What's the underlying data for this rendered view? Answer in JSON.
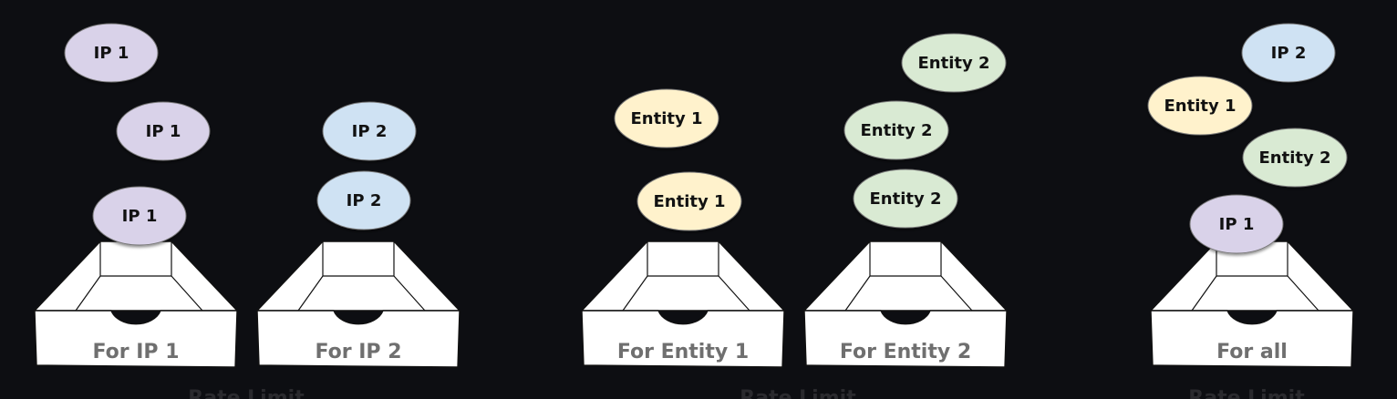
{
  "colors": {
    "background": "#0d0e12",
    "ip1": "#d9d2e9",
    "ip2": "#cfe2f3",
    "entity1": "#fff2cc",
    "entity2": "#d9ead3",
    "tray": "#ffffff",
    "tray_label": "#6f6f6f"
  },
  "panels": [
    {
      "caption": "Rate Limit",
      "trays": [
        {
          "label": "For IP 1",
          "bubbles": [
            {
              "label": "IP 1",
              "color": "ip1"
            },
            {
              "label": "IP 1",
              "color": "ip1"
            },
            {
              "label": "IP 1",
              "color": "ip1"
            }
          ]
        },
        {
          "label": "For IP 2",
          "bubbles": [
            {
              "label": "IP 2",
              "color": "ip2"
            },
            {
              "label": "IP 2",
              "color": "ip2"
            }
          ]
        }
      ]
    },
    {
      "caption": "Rate Limit",
      "trays": [
        {
          "label": "For Entity 1",
          "bubbles": [
            {
              "label": "Entity 1",
              "color": "entity1"
            },
            {
              "label": "Entity 1",
              "color": "entity1"
            }
          ]
        },
        {
          "label": "For Entity 2",
          "bubbles": [
            {
              "label": "Entity 2",
              "color": "entity2"
            },
            {
              "label": "Entity 2",
              "color": "entity2"
            },
            {
              "label": "Entity 2",
              "color": "entity2"
            }
          ]
        }
      ]
    },
    {
      "caption": "Rate Limit",
      "trays": [
        {
          "label": "For all",
          "bubbles": [
            {
              "label": "IP 2",
              "color": "ip2"
            },
            {
              "label": "Entity 1",
              "color": "entity1"
            },
            {
              "label": "Entity 2",
              "color": "entity2"
            },
            {
              "label": "IP 1",
              "color": "ip1"
            }
          ]
        }
      ]
    }
  ]
}
